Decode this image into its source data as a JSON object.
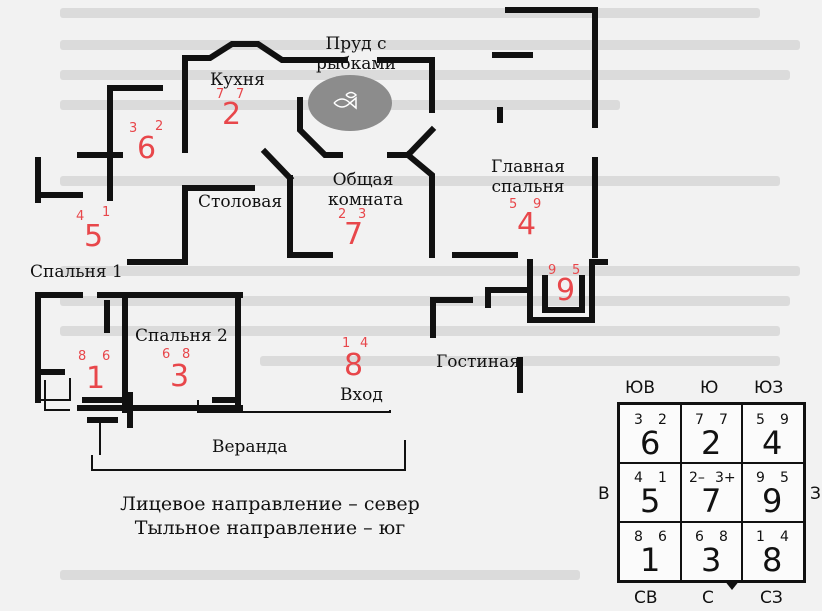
{
  "rooms": {
    "pond": "Пруд с рыбками",
    "kitchen": "Кухня",
    "dining": "Столовая",
    "common": "Общая комната",
    "master": "Главная спальня",
    "bedroom1": "Спальня 1",
    "bedroom2": "Спальня 2",
    "entrance": "Вход",
    "living": "Гостиная",
    "veranda": "Веранда"
  },
  "captions": {
    "front": "Лицевое направление – север",
    "back": "Тыльное направление – юг"
  },
  "plan_stars": [
    {
      "id": "kitchen",
      "base": "2",
      "left": "7",
      "right": "7"
    },
    {
      "id": "upper-left",
      "base": "6",
      "left": "3",
      "right": "2"
    },
    {
      "id": "bedroom1",
      "base": "5",
      "left": "4",
      "right": "1"
    },
    {
      "id": "common",
      "base": "7",
      "left": "2",
      "right": "3"
    },
    {
      "id": "master",
      "base": "4",
      "left": "5",
      "right": "9"
    },
    {
      "id": "living",
      "base": "9",
      "left": "9",
      "right": "5"
    },
    {
      "id": "bedroom2-left",
      "base": "1",
      "left": "8",
      "right": "6"
    },
    {
      "id": "bedroom2-right",
      "base": "3",
      "left": "6",
      "right": "8"
    },
    {
      "id": "entrance",
      "base": "8",
      "left": "1",
      "right": "4"
    }
  ],
  "grid": {
    "directions": {
      "top_left": "ЮВ",
      "top": "Ю",
      "top_right": "ЮЗ",
      "left": "В",
      "right": "З",
      "bottom_left": "СВ",
      "bottom": "С",
      "bottom_right": "СЗ"
    },
    "cells": [
      {
        "base": "6",
        "left": "3",
        "right": "2"
      },
      {
        "base": "2",
        "left": "7",
        "right": "7"
      },
      {
        "base": "4",
        "left": "5",
        "right": "9"
      },
      {
        "base": "5",
        "left": "4",
        "right": "1"
      },
      {
        "base": "7",
        "left": "2–",
        "right": "3+"
      },
      {
        "base": "9",
        "left": "9",
        "right": "5"
      },
      {
        "base": "1",
        "left": "8",
        "right": "6"
      },
      {
        "base": "3",
        "left": "6",
        "right": "8"
      },
      {
        "base": "8",
        "left": "1",
        "right": "4"
      }
    ]
  },
  "colors": {
    "star_numbers": "#e8474b",
    "walls": "#111111",
    "pond": "#8c8c8c"
  }
}
